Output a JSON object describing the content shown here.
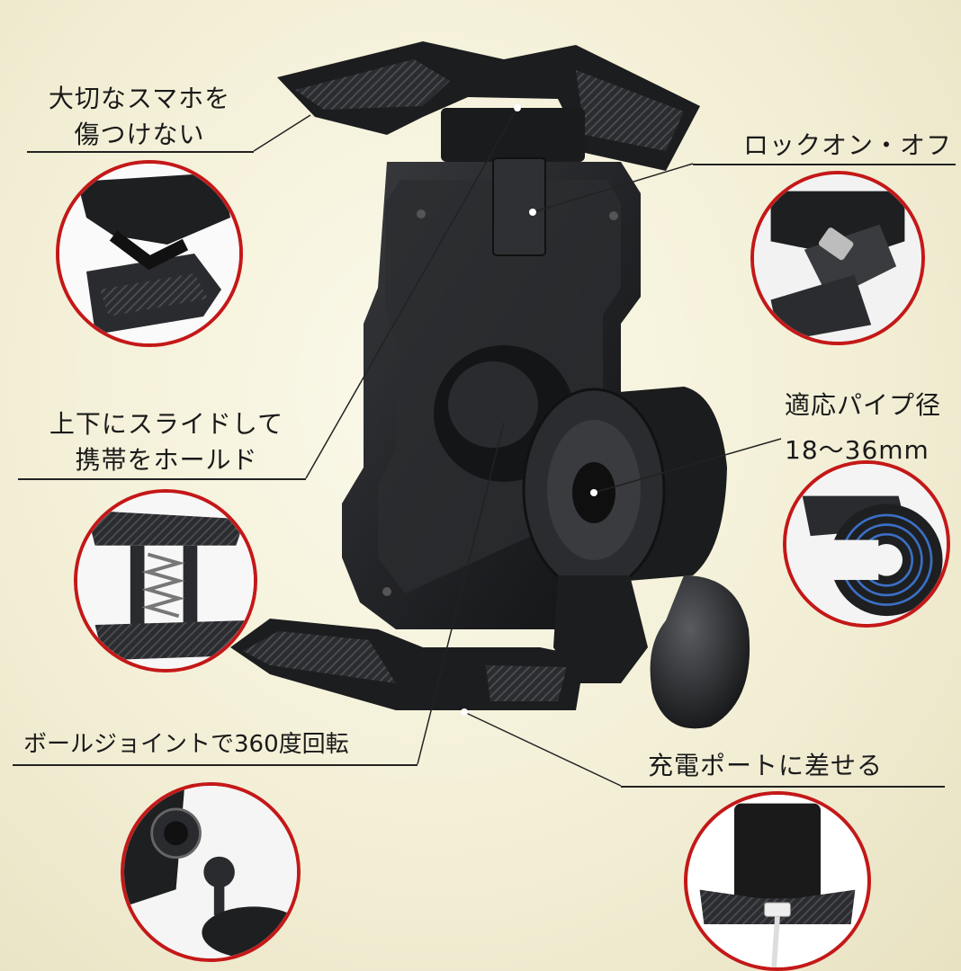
{
  "labels": {
    "protect_line1": "大切なスマホを",
    "protect_line2": "傷つけない",
    "lock": "ロックオン・オフ",
    "slide_line1": "上下にスライドして",
    "slide_line2": "携帯をホールド",
    "pipe_line1": "適応パイプ径",
    "pipe_line2": "18～36mm",
    "ball_joint": "ボールジョイントで360度回転",
    "charge_port": "充電ポートに差せる"
  },
  "colors": {
    "background": "#f3efd6",
    "circle_border": "#c41818",
    "product_dark": "#1c1d1f"
  },
  "icons": {
    "lock": "padlock-icon"
  }
}
